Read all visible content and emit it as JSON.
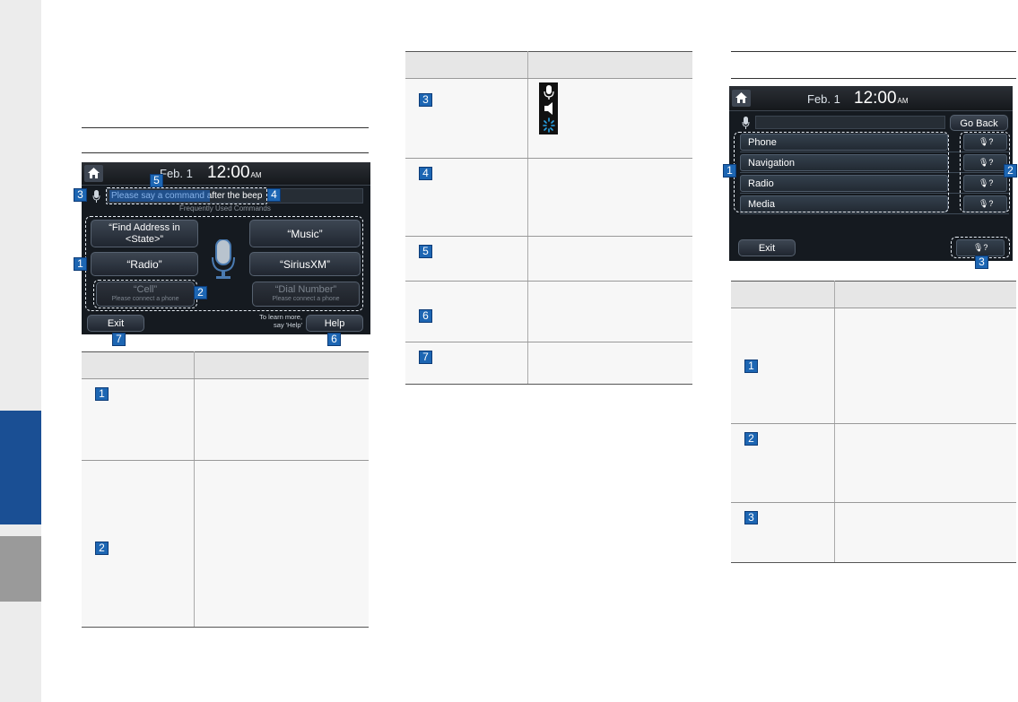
{
  "left_screen": {
    "date": "Feb.  1",
    "time": "12:00",
    "ampm": "AM",
    "prompt": "Please say a command after the beep",
    "frequent_label": "Frequently Used Commands",
    "buttons": {
      "find_address": "“Find Address in",
      "find_address_2": "<State>”",
      "music": "“Music”",
      "radio": "“Radio”",
      "siriusxm": "“SiriusXM”",
      "cell": "“Cell”",
      "cell_sub": "Please connect a phone",
      "dial": "“Dial Number”",
      "dial_sub": "Please connect a phone",
      "exit": "Exit",
      "help": "Help",
      "learn_1": "To learn more,",
      "learn_2": "say 'Help'"
    },
    "callouts": [
      "1",
      "2",
      "3",
      "4",
      "5",
      "6",
      "7"
    ]
  },
  "left_table": {
    "rows": [
      "1",
      "2"
    ]
  },
  "middle_table": {
    "rows": [
      "3",
      "4",
      "5",
      "6",
      "7"
    ]
  },
  "right_screen": {
    "date": "Feb.  1",
    "time": "12:00",
    "ampm": "AM",
    "go_back": "Go Back",
    "items": [
      "Phone",
      "Navigation",
      "Radio",
      "Media"
    ],
    "exit": "Exit",
    "callouts": [
      "1",
      "2",
      "3"
    ]
  },
  "right_table": {
    "rows": [
      "1",
      "2",
      "3"
    ]
  },
  "colors": {
    "sidebar_blue": "#1a4f94",
    "badge_blue": "#1d66b3"
  }
}
